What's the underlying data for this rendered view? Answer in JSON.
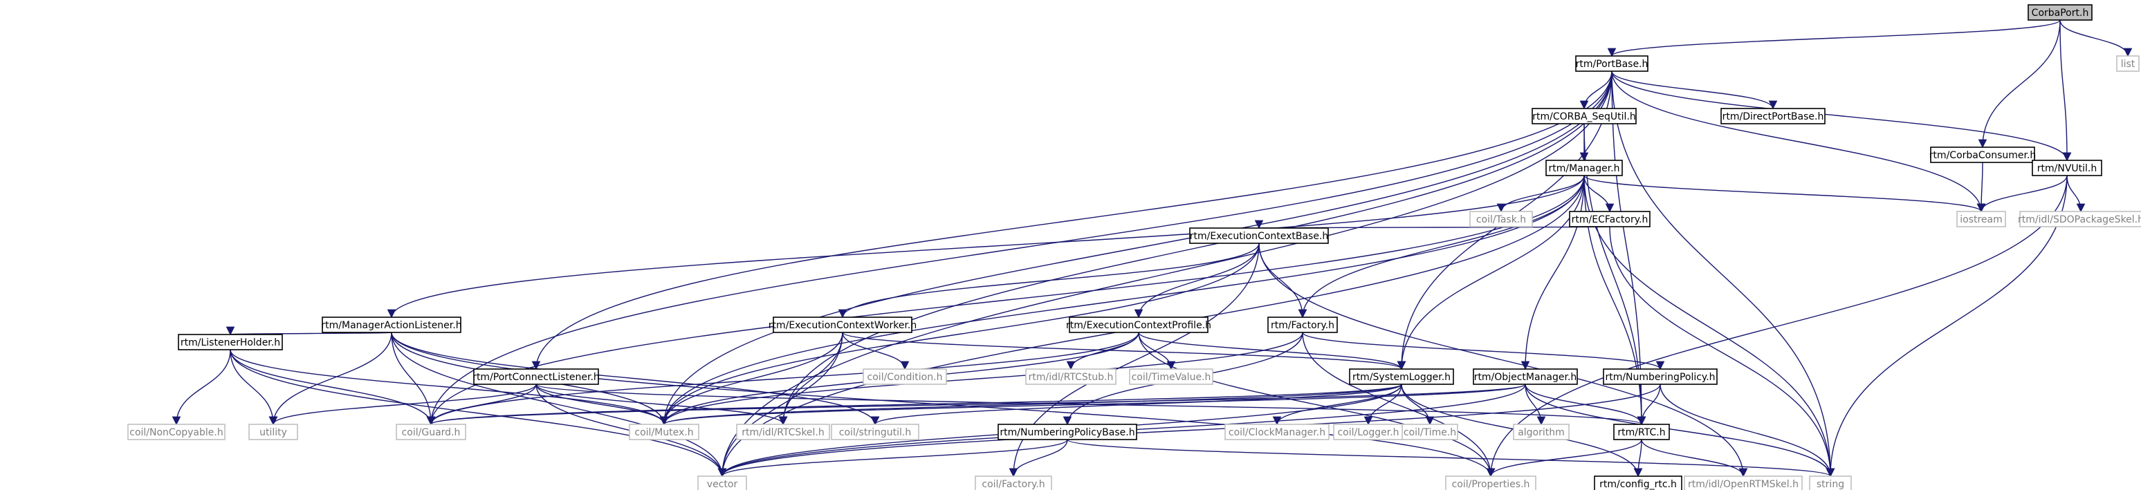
{
  "graph": {
    "nodes": [
      {
        "id": "corbaport",
        "label": "CorbaPort.h",
        "style": "root"
      },
      {
        "id": "portbase",
        "label": "rtm/PortBase.h",
        "style": "normal"
      },
      {
        "id": "list",
        "label": "list",
        "style": "grey"
      },
      {
        "id": "corbaconsumer",
        "label": "rtm/CorbaConsumer.h",
        "style": "normal"
      },
      {
        "id": "nvutil",
        "label": "rtm/NVUtil.h",
        "style": "normal"
      },
      {
        "id": "sequtil",
        "label": "rtm/CORBA_SeqUtil.h",
        "style": "normal"
      },
      {
        "id": "directportbase",
        "label": "rtm/DirectPortBase.h",
        "style": "normal"
      },
      {
        "id": "manager",
        "label": "rtm/Manager.h",
        "style": "normal"
      },
      {
        "id": "iostream",
        "label": "iostream",
        "style": "grey"
      },
      {
        "id": "sdopackageskel",
        "label": "rtm/idl/SDOPackageSkel.h",
        "style": "grey"
      },
      {
        "id": "task",
        "label": "coil/Task.h",
        "style": "grey"
      },
      {
        "id": "ecfactory",
        "label": "rtm/ECFactory.h",
        "style": "normal"
      },
      {
        "id": "ecbase",
        "label": "rtm/ExecutionContextBase.h",
        "style": "normal"
      },
      {
        "id": "malistener",
        "label": "rtm/ManagerActionListener.h",
        "style": "normal"
      },
      {
        "id": "ecworker",
        "label": "rtm/ExecutionContextWorker.h",
        "style": "normal"
      },
      {
        "id": "ecprofile",
        "label": "rtm/ExecutionContextProfile.h",
        "style": "normal"
      },
      {
        "id": "factory",
        "label": "rtm/Factory.h",
        "style": "normal"
      },
      {
        "id": "listenerholder",
        "label": "rtm/ListenerHolder.h",
        "style": "normal"
      },
      {
        "id": "portconnect",
        "label": "rtm/PortConnectListener.h",
        "style": "normal"
      },
      {
        "id": "condition",
        "label": "coil/Condition.h",
        "style": "grey"
      },
      {
        "id": "rtcstub",
        "label": "rtm/idl/RTCStub.h",
        "style": "grey"
      },
      {
        "id": "timevalue",
        "label": "coil/TimeValue.h",
        "style": "grey"
      },
      {
        "id": "syslogger",
        "label": "rtm/SystemLogger.h",
        "style": "normal"
      },
      {
        "id": "objmanager",
        "label": "rtm/ObjectManager.h",
        "style": "normal"
      },
      {
        "id": "numpolicy",
        "label": "rtm/NumberingPolicy.h",
        "style": "normal"
      },
      {
        "id": "noncopyable",
        "label": "coil/NonCopyable.h",
        "style": "grey"
      },
      {
        "id": "utility",
        "label": "utility",
        "style": "grey"
      },
      {
        "id": "guard",
        "label": "coil/Guard.h",
        "style": "grey"
      },
      {
        "id": "mutex",
        "label": "coil/Mutex.h",
        "style": "grey"
      },
      {
        "id": "rtcskel",
        "label": "rtm/idl/RTCSkel.h",
        "style": "grey"
      },
      {
        "id": "stringutil",
        "label": "coil/stringutil.h",
        "style": "grey"
      },
      {
        "id": "clockmanager",
        "label": "coil/ClockManager.h",
        "style": "grey"
      },
      {
        "id": "logger",
        "label": "coil/Logger.h",
        "style": "grey"
      },
      {
        "id": "time",
        "label": "coil/Time.h",
        "style": "grey"
      },
      {
        "id": "algorithm",
        "label": "algorithm",
        "style": "grey"
      },
      {
        "id": "rtch",
        "label": "rtm/RTC.h",
        "style": "normal"
      },
      {
        "id": "numpolicybase",
        "label": "rtm/NumberingPolicyBase.h",
        "style": "normal"
      },
      {
        "id": "vector",
        "label": "vector",
        "style": "grey"
      },
      {
        "id": "coilfactory",
        "label": "coil/Factory.h",
        "style": "grey"
      },
      {
        "id": "properties",
        "label": "coil/Properties.h",
        "style": "grey"
      },
      {
        "id": "configrtc",
        "label": "rtm/config_rtc.h",
        "style": "normal"
      },
      {
        "id": "openrtmskel",
        "label": "rtm/idl/OpenRTMSkel.h",
        "style": "grey"
      },
      {
        "id": "string",
        "label": "string",
        "style": "grey"
      }
    ],
    "edges": [
      {
        "from": "corbaport",
        "to": "portbase"
      },
      {
        "from": "corbaport",
        "to": "list"
      },
      {
        "from": "corbaport",
        "to": "corbaconsumer"
      },
      {
        "from": "corbaport",
        "to": "nvutil"
      },
      {
        "from": "portbase",
        "to": "sequtil"
      },
      {
        "from": "portbase",
        "to": "directportbase"
      },
      {
        "from": "portbase",
        "to": "iostream"
      },
      {
        "from": "portbase",
        "to": "string"
      },
      {
        "from": "portbase",
        "to": "rtch"
      },
      {
        "from": "portbase",
        "to": "syslogger"
      },
      {
        "from": "portbase",
        "to": "portconnect"
      },
      {
        "from": "portbase",
        "to": "rtcskel"
      },
      {
        "from": "portbase",
        "to": "mutex"
      },
      {
        "from": "portbase",
        "to": "guard"
      },
      {
        "from": "portbase",
        "to": "vector"
      },
      {
        "from": "portbase",
        "to": "nvutil"
      },
      {
        "from": "sequtil",
        "to": "manager"
      },
      {
        "from": "sequtil",
        "to": "rtch"
      },
      {
        "from": "corbaconsumer",
        "to": "iostream"
      },
      {
        "from": "nvutil",
        "to": "iostream"
      },
      {
        "from": "nvutil",
        "to": "sdopackageskel"
      },
      {
        "from": "nvutil",
        "to": "string"
      },
      {
        "from": "nvutil",
        "to": "properties"
      },
      {
        "from": "manager",
        "to": "iostream"
      },
      {
        "from": "manager",
        "to": "task"
      },
      {
        "from": "manager",
        "to": "ecfactory"
      },
      {
        "from": "manager",
        "to": "factory"
      },
      {
        "from": "manager",
        "to": "malistener"
      },
      {
        "from": "manager",
        "to": "syslogger"
      },
      {
        "from": "manager",
        "to": "objmanager"
      },
      {
        "from": "manager",
        "to": "rtch"
      },
      {
        "from": "manager",
        "to": "string"
      },
      {
        "from": "manager",
        "to": "mutex"
      },
      {
        "from": "manager",
        "to": "guard"
      },
      {
        "from": "manager",
        "to": "vector"
      },
      {
        "from": "ecfactory",
        "to": "ecbase"
      },
      {
        "from": "ecfactory",
        "to": "string"
      },
      {
        "from": "ecbase",
        "to": "ecworker"
      },
      {
        "from": "ecbase",
        "to": "ecprofile"
      },
      {
        "from": "ecbase",
        "to": "factory"
      },
      {
        "from": "ecbase",
        "to": "openrtmskel"
      },
      {
        "from": "ecbase",
        "to": "coilfactory"
      },
      {
        "from": "ecbase",
        "to": "mutex"
      },
      {
        "from": "malistener",
        "to": "listenerholder"
      },
      {
        "from": "malistener",
        "to": "utility"
      },
      {
        "from": "malistener",
        "to": "guard"
      },
      {
        "from": "malistener",
        "to": "mutex"
      },
      {
        "from": "malistener",
        "to": "vector"
      },
      {
        "from": "malistener",
        "to": "stringutil"
      },
      {
        "from": "malistener",
        "to": "properties"
      },
      {
        "from": "ecworker",
        "to": "condition"
      },
      {
        "from": "ecworker",
        "to": "syslogger"
      },
      {
        "from": "ecworker",
        "to": "mutex"
      },
      {
        "from": "ecworker",
        "to": "rtcskel"
      },
      {
        "from": "ecworker",
        "to": "vector"
      },
      {
        "from": "ecprofile",
        "to": "rtcstub"
      },
      {
        "from": "ecprofile",
        "to": "timevalue"
      },
      {
        "from": "ecprofile",
        "to": "syslogger"
      },
      {
        "from": "ecprofile",
        "to": "properties"
      },
      {
        "from": "ecprofile",
        "to": "mutex"
      },
      {
        "from": "ecprofile",
        "to": "guard"
      },
      {
        "from": "factory",
        "to": "numpolicy"
      },
      {
        "from": "factory",
        "to": "numpolicybase"
      },
      {
        "from": "factory",
        "to": "properties"
      },
      {
        "from": "factory",
        "to": "mutex"
      },
      {
        "from": "listenerholder",
        "to": "noncopyable"
      },
      {
        "from": "listenerholder",
        "to": "utility"
      },
      {
        "from": "listenerholder",
        "to": "guard"
      },
      {
        "from": "listenerholder",
        "to": "vector"
      },
      {
        "from": "listenerholder",
        "to": "mutex"
      },
      {
        "from": "portconnect",
        "to": "utility"
      },
      {
        "from": "portconnect",
        "to": "guard"
      },
      {
        "from": "portconnect",
        "to": "mutex"
      },
      {
        "from": "portconnect",
        "to": "vector"
      },
      {
        "from": "portconnect",
        "to": "rtcskel"
      },
      {
        "from": "portconnect",
        "to": "rtch"
      },
      {
        "from": "syslogger",
        "to": "clockmanager"
      },
      {
        "from": "syslogger",
        "to": "logger"
      },
      {
        "from": "syslogger",
        "to": "time"
      },
      {
        "from": "syslogger",
        "to": "configrtc"
      },
      {
        "from": "syslogger",
        "to": "mutex"
      },
      {
        "from": "syslogger",
        "to": "guard"
      },
      {
        "from": "syslogger",
        "to": "stringutil"
      },
      {
        "from": "syslogger",
        "to": "vector"
      },
      {
        "from": "objmanager",
        "to": "algorithm"
      },
      {
        "from": "objmanager",
        "to": "rtch"
      },
      {
        "from": "objmanager",
        "to": "mutex"
      },
      {
        "from": "objmanager",
        "to": "guard"
      },
      {
        "from": "objmanager",
        "to": "vector"
      },
      {
        "from": "objmanager",
        "to": "string"
      },
      {
        "from": "numpolicy",
        "to": "rtch"
      },
      {
        "from": "numpolicy",
        "to": "string"
      },
      {
        "from": "numpolicy",
        "to": "vector"
      },
      {
        "from": "numpolicybase",
        "to": "coilfactory"
      },
      {
        "from": "numpolicybase",
        "to": "vector"
      },
      {
        "from": "numpolicybase",
        "to": "string"
      },
      {
        "from": "rtch",
        "to": "configrtc"
      },
      {
        "from": "rtch",
        "to": "openrtmskel"
      },
      {
        "from": "rtch",
        "to": "properties"
      }
    ]
  }
}
